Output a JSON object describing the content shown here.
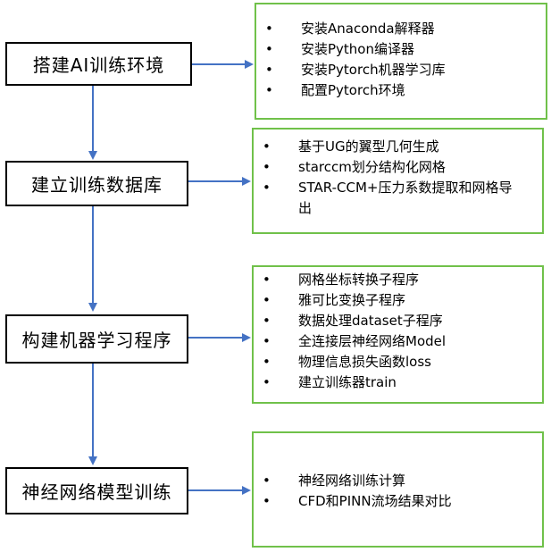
{
  "steps": [
    {
      "label": "搭建AI训练环境",
      "details": [
        "安装Anaconda解释器",
        "安装Python编译器",
        "安装Pytorch机器学习库",
        "配置Pytorch环境"
      ]
    },
    {
      "label": "建立训练数据库",
      "details": [
        "基于UG的翼型几何生成",
        "starccm划分结构化网格",
        "STAR-CCM+压力系数提取和网格导出"
      ]
    },
    {
      "label": "构建机器学习程序",
      "details": [
        "网格坐标转换子程序",
        "雅可比变换子程序",
        "数据处理dataset子程序",
        "全连接层神经网络Model",
        "物理信息损失函数loss",
        "建立训练器train"
      ]
    },
    {
      "label": "神经网络模型训练",
      "details": [
        "神经网络训练计算",
        "CFD和PINN流场结果对比"
      ]
    }
  ],
  "colors": {
    "arrow": "#4472c4",
    "panel_border": "#70c14a",
    "box_border": "#000000"
  },
  "bullet_glyph": "•"
}
